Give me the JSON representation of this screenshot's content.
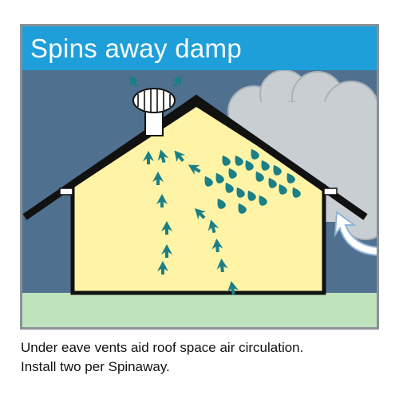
{
  "title": "Spins away damp",
  "caption": {
    "line1": "Under eave vents aid roof space air circulation.",
    "line2": "Install two per Spinaway."
  },
  "colors": {
    "title_bar": "#1e9fd9",
    "sky": "#50708f",
    "ground": "#bfe3bd",
    "house": "#fff3a6",
    "outline": "#111111",
    "arrow": "#1a7f86",
    "cloud": "#c9ced3",
    "frame": "#8b9197"
  },
  "icons": [
    "roof-turbine-vent-icon",
    "airflow-arrow-icon",
    "damp-droplet-icon",
    "cloud-icon",
    "under-eave-vent-icon",
    "inflow-arrow-icon"
  ]
}
